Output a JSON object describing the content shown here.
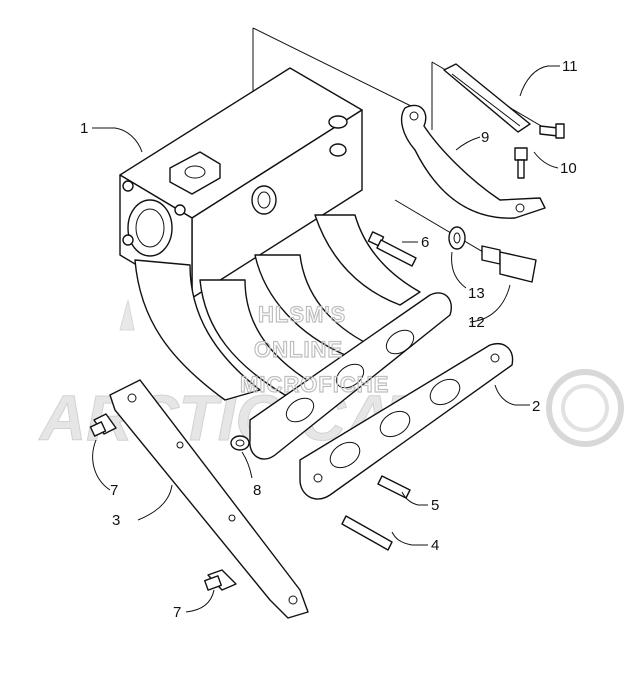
{
  "watermark": {
    "line1": "HLSM'S",
    "line2": "ONLINE",
    "line3": "MICROFICHE",
    "brand": "ARCTIC CAT"
  },
  "callouts": [
    {
      "id": "1",
      "label": "1"
    },
    {
      "id": "2",
      "label": "2"
    },
    {
      "id": "3",
      "label": "3"
    },
    {
      "id": "4",
      "label": "4"
    },
    {
      "id": "5",
      "label": "5"
    },
    {
      "id": "6",
      "label": "6"
    },
    {
      "id": "7a",
      "label": "7"
    },
    {
      "id": "7b",
      "label": "7"
    },
    {
      "id": "8",
      "label": "8"
    },
    {
      "id": "9",
      "label": "9"
    },
    {
      "id": "10",
      "label": "10"
    },
    {
      "id": "11",
      "label": "11"
    },
    {
      "id": "12",
      "label": "12"
    },
    {
      "id": "13",
      "label": "13"
    }
  ]
}
